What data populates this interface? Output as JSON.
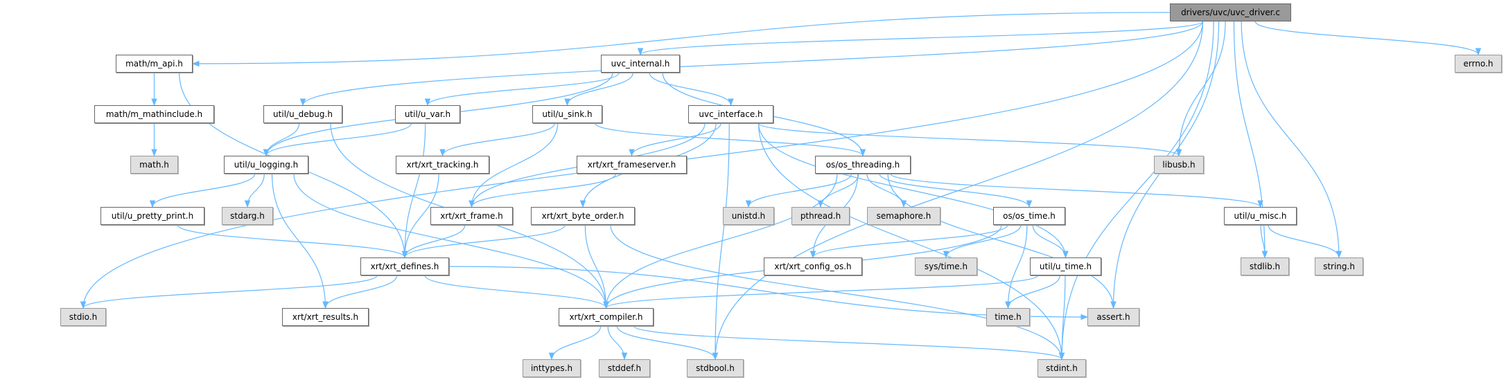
{
  "colors": {
    "edge": "#63b8ff",
    "root_fill": "#999999",
    "system_fill": "#e0e0e0",
    "local_fill": "#ffffff"
  },
  "nodes": {
    "driver": {
      "label": "drivers/uvc/uvc_driver.c",
      "kind": "root"
    },
    "m_api": {
      "label": "math/m_api.h",
      "kind": "local"
    },
    "uvc_internal": {
      "label": "uvc_internal.h",
      "kind": "local"
    },
    "errno": {
      "label": "errno.h",
      "kind": "sys"
    },
    "m_mathinclude": {
      "label": "math/m_mathinclude.h",
      "kind": "local"
    },
    "u_debug": {
      "label": "util/u_debug.h",
      "kind": "local"
    },
    "u_var": {
      "label": "util/u_var.h",
      "kind": "local"
    },
    "u_sink": {
      "label": "util/u_sink.h",
      "kind": "local"
    },
    "uvc_interface": {
      "label": "uvc_interface.h",
      "kind": "local"
    },
    "math": {
      "label": "math.h",
      "kind": "sys"
    },
    "u_logging": {
      "label": "util/u_logging.h",
      "kind": "local"
    },
    "xrt_tracking": {
      "label": "xrt/xrt_tracking.h",
      "kind": "local"
    },
    "xrt_frameserver": {
      "label": "xrt/xrt_frameserver.h",
      "kind": "local"
    },
    "os_threading": {
      "label": "os/os_threading.h",
      "kind": "local"
    },
    "libusb": {
      "label": "libusb.h",
      "kind": "sys"
    },
    "u_pretty_print": {
      "label": "util/u_pretty_print.h",
      "kind": "local"
    },
    "stdarg": {
      "label": "stdarg.h",
      "kind": "sys"
    },
    "xrt_frame": {
      "label": "xrt/xrt_frame.h",
      "kind": "local"
    },
    "xrt_byte_order": {
      "label": "xrt/xrt_byte_order.h",
      "kind": "local"
    },
    "unistd": {
      "label": "unistd.h",
      "kind": "sys"
    },
    "pthread": {
      "label": "pthread.h",
      "kind": "sys"
    },
    "semaphore": {
      "label": "semaphore.h",
      "kind": "sys"
    },
    "os_time": {
      "label": "os/os_time.h",
      "kind": "local"
    },
    "u_misc": {
      "label": "util/u_misc.h",
      "kind": "local"
    },
    "xrt_defines": {
      "label": "xrt/xrt_defines.h",
      "kind": "local"
    },
    "xrt_config_os": {
      "label": "xrt/xrt_config_os.h",
      "kind": "local"
    },
    "sys_time": {
      "label": "sys/time.h",
      "kind": "sys"
    },
    "u_time": {
      "label": "util/u_time.h",
      "kind": "local"
    },
    "stdlib": {
      "label": "stdlib.h",
      "kind": "sys"
    },
    "string": {
      "label": "string.h",
      "kind": "sys"
    },
    "stdio": {
      "label": "stdio.h",
      "kind": "sys"
    },
    "xrt_results": {
      "label": "xrt/xrt_results.h",
      "kind": "local"
    },
    "xrt_compiler": {
      "label": "xrt/xrt_compiler.h",
      "kind": "local"
    },
    "time": {
      "label": "time.h",
      "kind": "sys"
    },
    "assert": {
      "label": "assert.h",
      "kind": "sys"
    },
    "inttypes": {
      "label": "inttypes.h",
      "kind": "sys"
    },
    "stddef": {
      "label": "stddef.h",
      "kind": "sys"
    },
    "stdbool": {
      "label": "stdbool.h",
      "kind": "sys"
    },
    "stdint": {
      "label": "stdint.h",
      "kind": "sys"
    }
  },
  "edges": [
    [
      "driver",
      "m_api"
    ],
    [
      "driver",
      "uvc_internal"
    ],
    [
      "driver",
      "errno"
    ],
    [
      "driver",
      "u_debug"
    ],
    [
      "driver",
      "stdio"
    ],
    [
      "driver",
      "libusb"
    ],
    [
      "driver",
      "stdbool"
    ],
    [
      "driver",
      "stdlib"
    ],
    [
      "driver",
      "string"
    ],
    [
      "driver",
      "assert"
    ],
    [
      "driver",
      "stdint"
    ],
    [
      "uvc_internal",
      "u_logging"
    ],
    [
      "uvc_internal",
      "u_var"
    ],
    [
      "uvc_internal",
      "u_sink"
    ],
    [
      "uvc_internal",
      "uvc_interface"
    ],
    [
      "uvc_internal",
      "os_threading"
    ],
    [
      "m_api",
      "m_mathinclude"
    ],
    [
      "m_api",
      "xrt_defines"
    ],
    [
      "m_mathinclude",
      "math"
    ],
    [
      "u_debug",
      "u_logging"
    ],
    [
      "u_debug",
      "xrt_compiler"
    ],
    [
      "u_var",
      "u_logging"
    ],
    [
      "u_var",
      "xrt_defines"
    ],
    [
      "u_sink",
      "xrt_tracking"
    ],
    [
      "u_sink",
      "xrt_frame"
    ],
    [
      "u_sink",
      "os_threading"
    ],
    [
      "uvc_interface",
      "xrt_frameserver"
    ],
    [
      "uvc_interface",
      "xrt_frame"
    ],
    [
      "uvc_interface",
      "xrt_byte_order"
    ],
    [
      "uvc_interface",
      "libusb"
    ],
    [
      "uvc_interface",
      "stdbool"
    ],
    [
      "uvc_interface",
      "u_time"
    ],
    [
      "uvc_interface",
      "stdint"
    ],
    [
      "u_logging",
      "u_pretty_print"
    ],
    [
      "u_logging",
      "stdarg"
    ],
    [
      "u_logging",
      "xrt_compiler"
    ],
    [
      "u_logging",
      "xrt_results"
    ],
    [
      "xrt_tracking",
      "xrt_defines"
    ],
    [
      "xrt_frameserver",
      "xrt_frame"
    ],
    [
      "xrt_frame",
      "xrt_defines"
    ],
    [
      "xrt_byte_order",
      "xrt_defines"
    ],
    [
      "xrt_byte_order",
      "xrt_compiler"
    ],
    [
      "xrt_byte_order",
      "stdint"
    ],
    [
      "u_pretty_print",
      "xrt_defines"
    ],
    [
      "os_threading",
      "xrt_compiler"
    ],
    [
      "os_threading",
      "unistd"
    ],
    [
      "os_threading",
      "pthread"
    ],
    [
      "os_threading",
      "semaphore"
    ],
    [
      "os_threading",
      "os_time"
    ],
    [
      "os_threading",
      "xrt_config_os"
    ],
    [
      "os_threading",
      "u_misc"
    ],
    [
      "os_threading",
      "assert"
    ],
    [
      "os_time",
      "xrt_config_os"
    ],
    [
      "os_time",
      "sys_time"
    ],
    [
      "os_time",
      "u_time"
    ],
    [
      "os_time",
      "time"
    ],
    [
      "os_time",
      "xrt_compiler"
    ],
    [
      "u_misc",
      "stdlib"
    ],
    [
      "u_misc",
      "string"
    ],
    [
      "u_time",
      "xrt_compiler"
    ],
    [
      "u_time",
      "time"
    ],
    [
      "u_time",
      "stdint"
    ],
    [
      "xrt_defines",
      "stdio"
    ],
    [
      "xrt_defines",
      "xrt_results"
    ],
    [
      "xrt_defines",
      "xrt_compiler"
    ],
    [
      "xrt_defines",
      "assert"
    ],
    [
      "xrt_compiler",
      "inttypes"
    ],
    [
      "xrt_compiler",
      "stddef"
    ],
    [
      "xrt_compiler",
      "stdbool"
    ],
    [
      "xrt_compiler",
      "stdint"
    ]
  ]
}
